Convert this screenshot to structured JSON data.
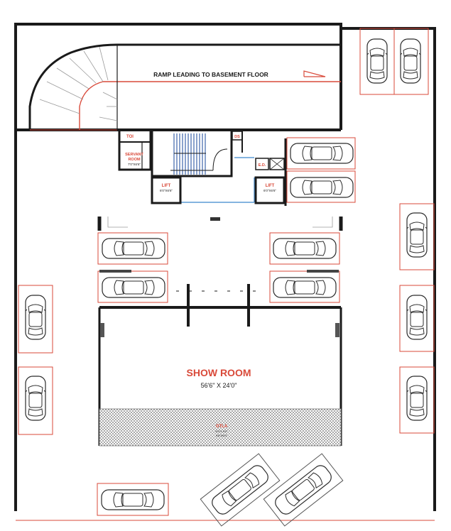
{
  "labels": {
    "ramp": "RAMP LEADING TO BASEMENT FLOOR",
    "toilet": "TOI",
    "servant_room_line1": "SERVANT",
    "servant_room_line2": "ROOM",
    "servant_room_size": "7'0\"X6'6\"",
    "duct": "DS",
    "electrical_duct": "E.D.",
    "lift_left": "LIFT",
    "lift_left_size": "6'0\"X6'6\"",
    "lift_right": "LIFT",
    "lift_right_size": "6'0\"X6'6\"",
    "showroom_title": "SHOW ROOM",
    "showroom_size": "56'6\" X 24'0\"",
    "otla": "OTLA",
    "otla_sub1": "6'0\"X 9'0\"",
    "otla_sub2": "9'6\"X6'0\""
  },
  "colors": {
    "wall": "#1a1a1a",
    "annotation": "#d94a3a",
    "glass": "#5b9bd5",
    "stair": "#4a6fb0",
    "hatch": "#7a7a7a",
    "car_stroke": "#2b2b2b"
  },
  "parking_slots": [
    {
      "id": "top-right-1",
      "orientation": "vertical"
    },
    {
      "id": "top-right-2",
      "orientation": "vertical"
    },
    {
      "id": "mid-right-1",
      "orientation": "horizontal"
    },
    {
      "id": "mid-right-2",
      "orientation": "horizontal"
    },
    {
      "id": "right-1",
      "orientation": "vertical"
    },
    {
      "id": "right-2",
      "orientation": "vertical"
    },
    {
      "id": "right-3",
      "orientation": "vertical"
    },
    {
      "id": "center-left-1",
      "orientation": "horizontal"
    },
    {
      "id": "center-left-2",
      "orientation": "horizontal"
    },
    {
      "id": "center-right-1",
      "orientation": "horizontal"
    },
    {
      "id": "center-right-2",
      "orientation": "horizontal"
    },
    {
      "id": "left-1",
      "orientation": "vertical"
    },
    {
      "id": "left-2",
      "orientation": "vertical"
    },
    {
      "id": "bottom-left",
      "orientation": "horizontal"
    },
    {
      "id": "bottom-diagonal-1",
      "orientation": "diagonal"
    },
    {
      "id": "bottom-diagonal-2",
      "orientation": "diagonal"
    }
  ]
}
